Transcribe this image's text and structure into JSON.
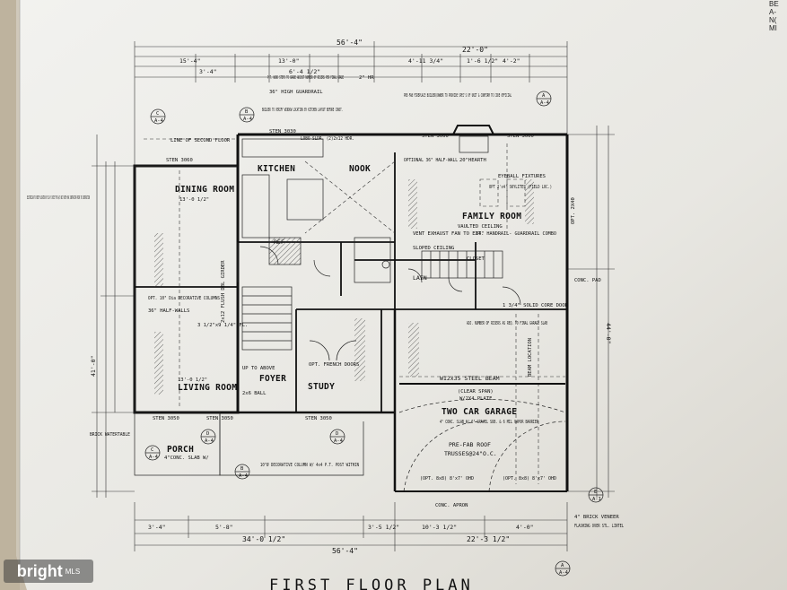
{
  "title": "FIRST FLOOR PLAN",
  "watermark": {
    "text": "bright",
    "suffix": "MLS"
  },
  "corner_text": [
    "BE",
    "A-",
    "N(",
    "MI"
  ],
  "rooms": {
    "dining": "DINING ROOM",
    "kitchen": "KITCHEN",
    "nook": "NOOK",
    "family": "FAMILY ROOM",
    "living": "LIVING ROOM",
    "foyer": "FOYER",
    "study": "STUDY",
    "garage": "TWO CAR GARAGE",
    "porch": "PORCH",
    "ref": "REF",
    "lain": "LAIN",
    "closet": "CLOSET"
  },
  "dims": {
    "overall_top": "56'-4\"",
    "right_top": "22'-0\"",
    "overall_bottom": "56'-4\"",
    "left_bottom": "34'-0 1/2\"",
    "right_bottom": "22'-3 1/2\"",
    "left_side": "41'-0\"",
    "right_side": "44'-0\"",
    "seg_top_1": "15'-4\"",
    "seg_top_2": "3'-4\"",
    "seg_top_3": "13'-0\"",
    "seg_top_4": "6'-4 1/2\"",
    "seg_top_5": "4'-11 3/4\"",
    "seg_top_6": "1'-6 1/2\"",
    "seg_top_7": "4'-2\"",
    "seg_bot_1": "3'-4\"",
    "seg_bot_2": "5'-8\"",
    "seg_bot_3": "3'-5 1/2\"",
    "seg_bot_4": "10'-3 1/2\"",
    "seg_bot_5": "4'-0\"",
    "dining_w": "13'-0 1/2\"",
    "living_w": "13'-0 1/2\""
  },
  "notes": {
    "electrician": "ELECTRICIAN TO VERIFY LOCATION OF 120-Y OUTLET FOR A/C UNIT WITH HVAC CONTRACTOR PRIOR TO CONSTRUCTION",
    "steps": "P.T. WOOD STEPS TO GRADE ADJUST NUMBER OF RISERS PER FINAL GRADE",
    "guardrail": "36\" HIGH GUARDRAIL",
    "builder_window": "BUILDER TO VERIFY WINDOW LOCATION BY KITCHEN LAYOUT BEFORE CONST.",
    "fireplace": "PRE-FAB FIREPLACE BUILDER/OWNER TO PROVIDE SPEC'S OF UNIT & CONFIRM TO CODE OFFICIAL",
    "hearth": "20\"HEARTH",
    "skylites": "OPT 2'x4' SKYLITES (FIELD LOC.)",
    "eyeball": "EYEBALL FIXTURES",
    "vaulted": "VAULTED CEILING",
    "handrail": "34\" HANDRAIL- GUARDRAIL COMBO",
    "half_wall": "OPTIONAL 36\" HALF-WALL",
    "vent": "VENT EXHAUST FAN TO EXT.",
    "sloped": "SLOPED CEILING",
    "steel_beam": "W12x35 STEEL BEAM",
    "clear_span": "(CLEAR SPAN)",
    "plate": "W/2X4 PLATE",
    "slab": "4\" CONC. SLAB W/ 6\" GRAVEL SUB. & 6 MIL VAPOR BARRIER",
    "roof": "PRE-FAB ROOF",
    "trusses": "TRUSSES@24\"O.C.",
    "ohd1": "(OPT. 8x8) 8'x7' OHD",
    "ohd2": "(OPT. 8x8) 8'x7' OHD",
    "apron": "CONC. APRON",
    "porch_slab": "4\"CONC. SLAB W/",
    "columns": "10\"Ø DECORATIVE COLUMN W/ 4x4 P.T. POST WITHIN",
    "brick": "BRICK WATERTABLE",
    "brick_veneer": "4\" BRICK VENEER",
    "flashing": "FLASHING OVER STL. LINTEL",
    "line_second": "LINE OF SECOND FLOOR",
    "half_walls": "36\" HALF-WALLS",
    "decor_col": "OPT. 10\" Dia DECORATIVE COLUMNS",
    "french": "OPT. FRENCH DOORS",
    "to_above": "UP TO ABOVE",
    "conc_pad": "CONC. PAD",
    "ldr": "LOBO SLDR. (2)2x12 HDR.",
    "beam_loc": "BEAM LOCATION",
    "solid": "1 3/4\" SOLID CORE DOOR",
    "adj_risers": "ADJ. NUMBER OF RISERS AS REQ. TO FINAL GARAGE SLAB",
    "hr": "2\" HR",
    "dbl_girder": "2x12 FLUSH DBL GIRDER",
    "pl": "3 1/2\"x9 1/4\" FL.",
    "studs": "2x6 BALL",
    "window_1": "STEN 3060",
    "window_2": "STEN 3060",
    "window_3": "STEN 3060",
    "window_4": "STEN 3050",
    "window_5": "STEN 3050",
    "window_6": "STEN 3050",
    "window_7": "STEN 3030",
    "window_8": "OPT. 2X40"
  },
  "section_marks": [
    {
      "letter": "C",
      "sheet": "A-4"
    },
    {
      "letter": "B",
      "sheet": "A-4"
    },
    {
      "letter": "A",
      "sheet": "A-4"
    },
    {
      "letter": "D",
      "sheet": "A-4"
    },
    {
      "letter": "D",
      "sheet": "A-4"
    },
    {
      "letter": "C",
      "sheet": "A-4"
    },
    {
      "letter": "B",
      "sheet": "A-4"
    },
    {
      "letter": "A",
      "sheet": "A-4"
    },
    {
      "letter": "E",
      "sheet": "A-1"
    }
  ]
}
